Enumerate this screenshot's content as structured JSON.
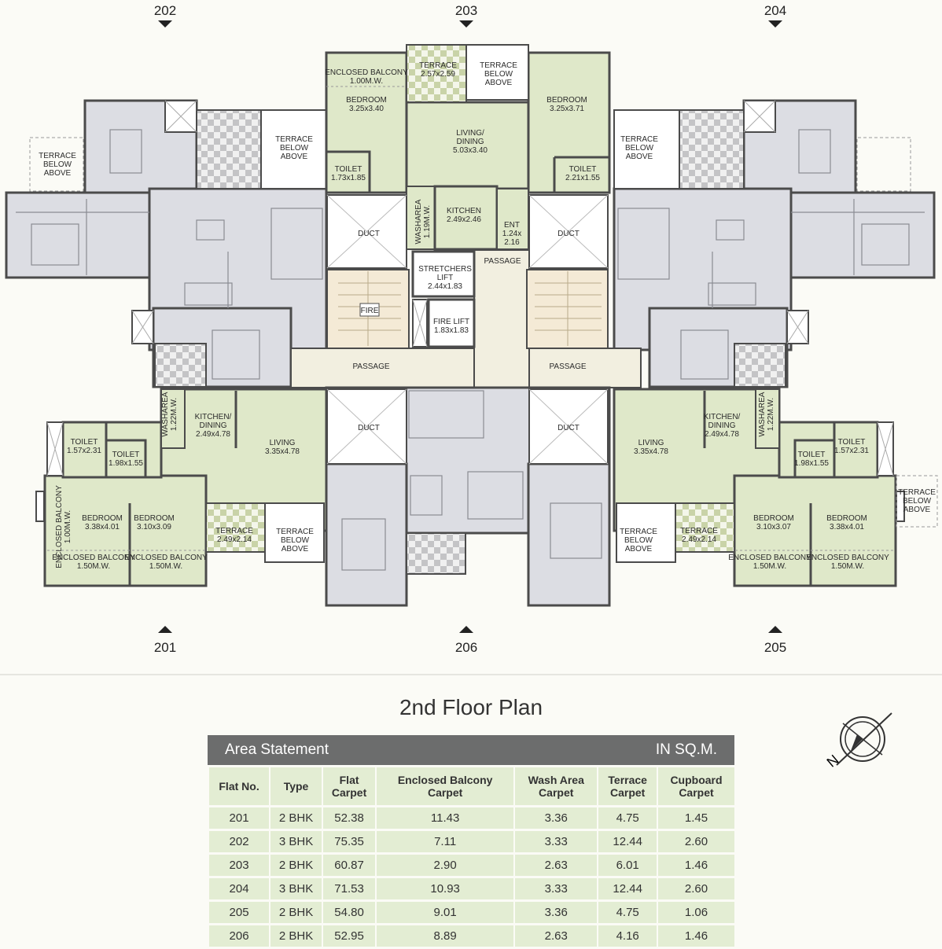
{
  "flat_markers": {
    "top": [
      "202",
      "203",
      "204"
    ],
    "bottom": [
      "201",
      "206",
      "205"
    ]
  },
  "plan": {
    "labels": {
      "f203_eb": [
        "ENCLOSED BALCONY",
        "1.00M.W."
      ],
      "f203_bed1": [
        "BEDROOM",
        "3.25x3.40"
      ],
      "f203_terrace": [
        "TERRACE",
        "2.57x2.59"
      ],
      "f203_tba": [
        "TERRACE",
        "BELOW",
        "ABOVE"
      ],
      "f203_living": [
        "LIVING/",
        "DINING",
        "5.03x3.40"
      ],
      "f203_bed2": [
        "BEDROOM",
        "3.25x3.71"
      ],
      "f203_toilet1": [
        "TOILET",
        "1.73x1.85"
      ],
      "f203_toilet2": [
        "TOILET",
        "2.21x1.55"
      ],
      "f203_wash": [
        "WASHAREA",
        "1.19M.W."
      ],
      "f203_kitchen": [
        "KITCHEN",
        "2.49x2.46"
      ],
      "f203_ent": [
        "ENT",
        "1.24x",
        "2.16"
      ],
      "duct1": [
        "DUCT"
      ],
      "duct2": [
        "DUCT"
      ],
      "duct3": [
        "DUCT"
      ],
      "duct4": [
        "DUCT"
      ],
      "passage_top": [
        "PASSAGE"
      ],
      "passage_left": [
        "PASSAGE"
      ],
      "passage_right": [
        "PASSAGE"
      ],
      "stretcher_lift": [
        "STRETCHERS",
        "LIFT",
        "2.44x1.83"
      ],
      "fire_lift": [
        "FIRE LIFT",
        "1.83x1.83"
      ],
      "fire": [
        "FIRE"
      ],
      "tba_202a": [
        "TERRACE",
        "BELOW",
        "ABOVE"
      ],
      "tba_202b": [
        "TERRACE",
        "BELOW",
        "ABOVE"
      ],
      "tba_204": [
        "TERRACE",
        "BELOW",
        "ABOVE"
      ],
      "tba_201": [
        "TERRACE",
        "BELOW",
        "ABOVE"
      ],
      "tba_205": [
        "TERRACE",
        "BELOW",
        "ABOVE"
      ],
      "tba_205b": [
        "TERRACE",
        "BELOW",
        "ABOVE"
      ],
      "f201_toilet1": [
        "TOILET",
        "1.57x2.31"
      ],
      "f201_toilet2": [
        "TOILET",
        "1.98x1.55"
      ],
      "f201_wash": [
        "WASHAREA",
        "1.22M.W."
      ],
      "f201_kitchen": [
        "KITCHEN/",
        "DINING",
        "2.49x4.78"
      ],
      "f201_living": [
        "LIVING",
        "3.35x4.78"
      ],
      "f201_eb_v": [
        "ENCLOSED BALCONY",
        "1.00M.W."
      ],
      "f201_bed1": [
        "BEDROOM",
        "3.38x4.01"
      ],
      "f201_bed2": [
        "BEDROOM",
        "3.10x3.09"
      ],
      "f201_terrace": [
        "TERRACE",
        "2.49x2.14"
      ],
      "f201_eb1": [
        "ENCLOSED BALCONY",
        "1.50M.W."
      ],
      "f201_eb2": [
        "ENCLOSED BALCONY",
        "1.50M.W."
      ],
      "f205_living": [
        "LIVING",
        "3.35x4.78"
      ],
      "f205_kitchen": [
        "KITCHEN/",
        "DINING",
        "2.49x4.78"
      ],
      "f205_wash": [
        "WASHAREA",
        "1.22M.W."
      ],
      "f205_toilet2": [
        "TOILET",
        "1.98x1.55"
      ],
      "f205_toilet1": [
        "TOILET",
        "1.57x2.31"
      ],
      "f205_bed2": [
        "BEDROOM",
        "3.10x3.07"
      ],
      "f205_bed1": [
        "BEDROOM",
        "3.38x4.01"
      ],
      "f205_terrace": [
        "TERRACE",
        "2.49x2.14"
      ],
      "f205_eb1": [
        "ENCLOSED BALCONY",
        "1.50M.W."
      ],
      "f205_eb2": [
        "ENCLOSED BALCONY",
        "1.50M.W."
      ]
    },
    "colors": {
      "green_room": "#dfe8c9",
      "grey_flat": "#dcdde3",
      "wall": "#4b4b4b",
      "passage": "#f2efe0",
      "stair": "#f4ead6"
    }
  },
  "title": "2nd Floor Plan",
  "area_statement": {
    "title": "Area Statement",
    "unit": "IN SQ.M.",
    "columns": [
      [
        "Flat No."
      ],
      [
        "Type"
      ],
      [
        "Flat",
        "Carpet"
      ],
      [
        "Enclosed Balcony",
        "Carpet"
      ],
      [
        "Wash Area",
        "Carpet"
      ],
      [
        "Terrace",
        "Carpet"
      ],
      [
        "Cupboard",
        "Carpet"
      ]
    ],
    "rows": [
      [
        "201",
        "2 BHK",
        "52.38",
        "11.43",
        "3.36",
        "4.75",
        "1.45"
      ],
      [
        "202",
        "3 BHK",
        "75.35",
        "7.11",
        "3.33",
        "12.44",
        "2.60"
      ],
      [
        "203",
        "2 BHK",
        "60.87",
        "2.90",
        "2.63",
        "6.01",
        "1.46"
      ],
      [
        "204",
        "3 BHK",
        "71.53",
        "10.93",
        "3.33",
        "12.44",
        "2.60"
      ],
      [
        "205",
        "2 BHK",
        "54.80",
        "9.01",
        "3.36",
        "4.75",
        "1.06"
      ],
      [
        "206",
        "2 BHK",
        "52.95",
        "8.89",
        "2.63",
        "4.16",
        "1.46"
      ]
    ]
  },
  "compass": {
    "label": "N",
    "icon": "north-compass-icon"
  }
}
